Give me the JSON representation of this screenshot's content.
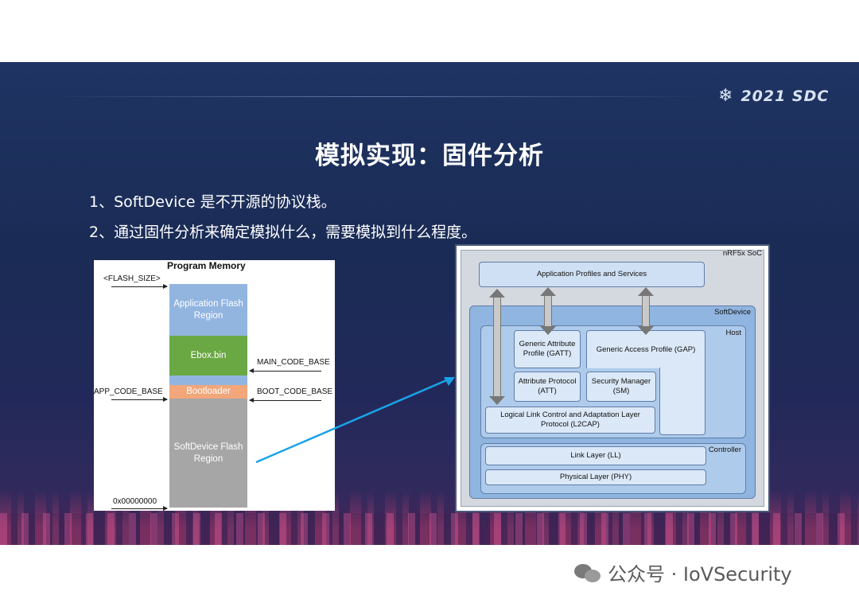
{
  "slide": {
    "brand_icon": "snowflake-icon",
    "brand_text": "2021 SDC",
    "title": "模拟实现：固件分析",
    "bullets": [
      "1、SoftDevice 是不开源的协议栈。",
      "2、通过固件分析来确定模拟什么，需要模拟到什么程度。"
    ]
  },
  "program_memory": {
    "title": "Program Memory",
    "regions": {
      "application": "Application Flash Region",
      "ebox": "Ebox.bin",
      "bootloader": "Bootloader",
      "softdevice": "SoftDevice Flash Region"
    },
    "labels": {
      "flash_size": "<FLASH_SIZE>",
      "main_code_base": "MAIN_CODE_BASE",
      "app_code_base": "APP_CODE_BASE",
      "boot_code_base": "BOOT_CODE_BASE",
      "zero": "0x00000000"
    }
  },
  "soc_diagram": {
    "soc_label": "nRF5x SoC",
    "application": "Application Profiles and Services",
    "softdevice": "SoftDevice",
    "host": "Host",
    "gatt": "Generic Attribute Profile (GATT)",
    "gap": "Generic Access Profile (GAP)",
    "att": "Attribute Protocol (ATT)",
    "sm": "Security Manager (SM)",
    "l2cap": "Logical Link Control and Adaptation Layer Protocol (L2CAP)",
    "controller": "Controller",
    "ll": "Link Layer (LL)",
    "phy": "Physical Layer (PHY)"
  },
  "colors": {
    "arrow": "#1aa3e8",
    "ebox": "#6aa843",
    "bootloader": "#f2a67a"
  },
  "watermark": {
    "icon": "wechat-icon",
    "text": "公众号 · IoVSecurity"
  }
}
